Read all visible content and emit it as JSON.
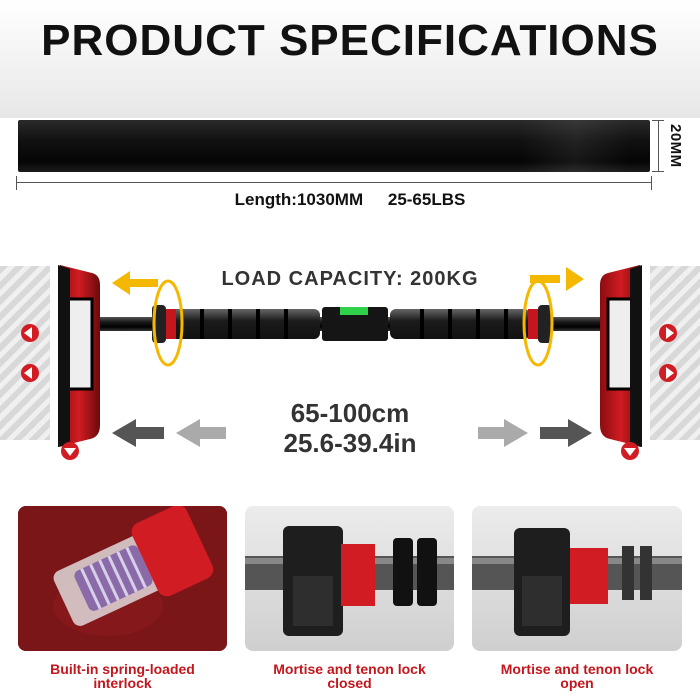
{
  "title": "PRODUCT SPECIFICATIONS",
  "band": {
    "length_label": "Length:1030MM",
    "resistance_label": "25-65LBS",
    "thickness_label": "20MM"
  },
  "load_capacity": "LOAD CAPACITY: 200KG",
  "range": {
    "cm": "65-100cm",
    "inches": "25.6-39.4in"
  },
  "captions": [
    {
      "line1": "Built-in spring-loaded",
      "line2": "interlock"
    },
    {
      "line1": "Mortise and tenon lock",
      "line2": "closed"
    },
    {
      "line1": "Mortise and tenon lock",
      "line2": "open"
    }
  ],
  "colors": {
    "accent_red": "#c4161c",
    "arrow_yellow": "#f5b800",
    "level_green": "#2fd04a"
  },
  "icons": [
    "expand-arrow-icon",
    "rotate-arrow-icon",
    "push-arrow-icon",
    "down-arrow-icon"
  ]
}
